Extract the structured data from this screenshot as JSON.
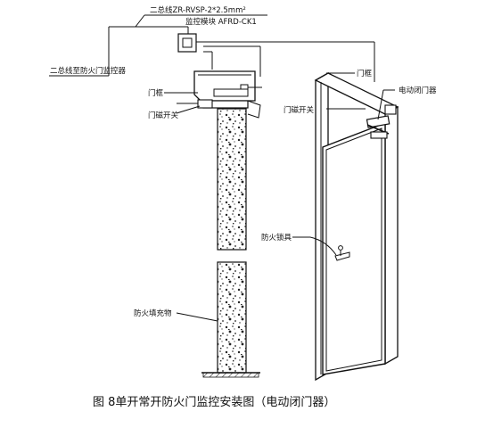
{
  "labels": {
    "bus_cable": "二总线ZR-RVSP-2*2.5mm²",
    "module": "监控模块 AFRD-CK1",
    "bus_controller": "二总线至防火门监控器",
    "door_frame_left": "门框",
    "magnetic_switch_left": "门磁开关",
    "door_frame_right": "门框",
    "electric_closer": "电动闭门器",
    "magnetic_switch_right": "门磁开关",
    "fire_lock": "防火锁具",
    "fire_filler": "防火填充物"
  },
  "caption": "图 8单开常开防火门监控安装图（电动闭门器）"
}
